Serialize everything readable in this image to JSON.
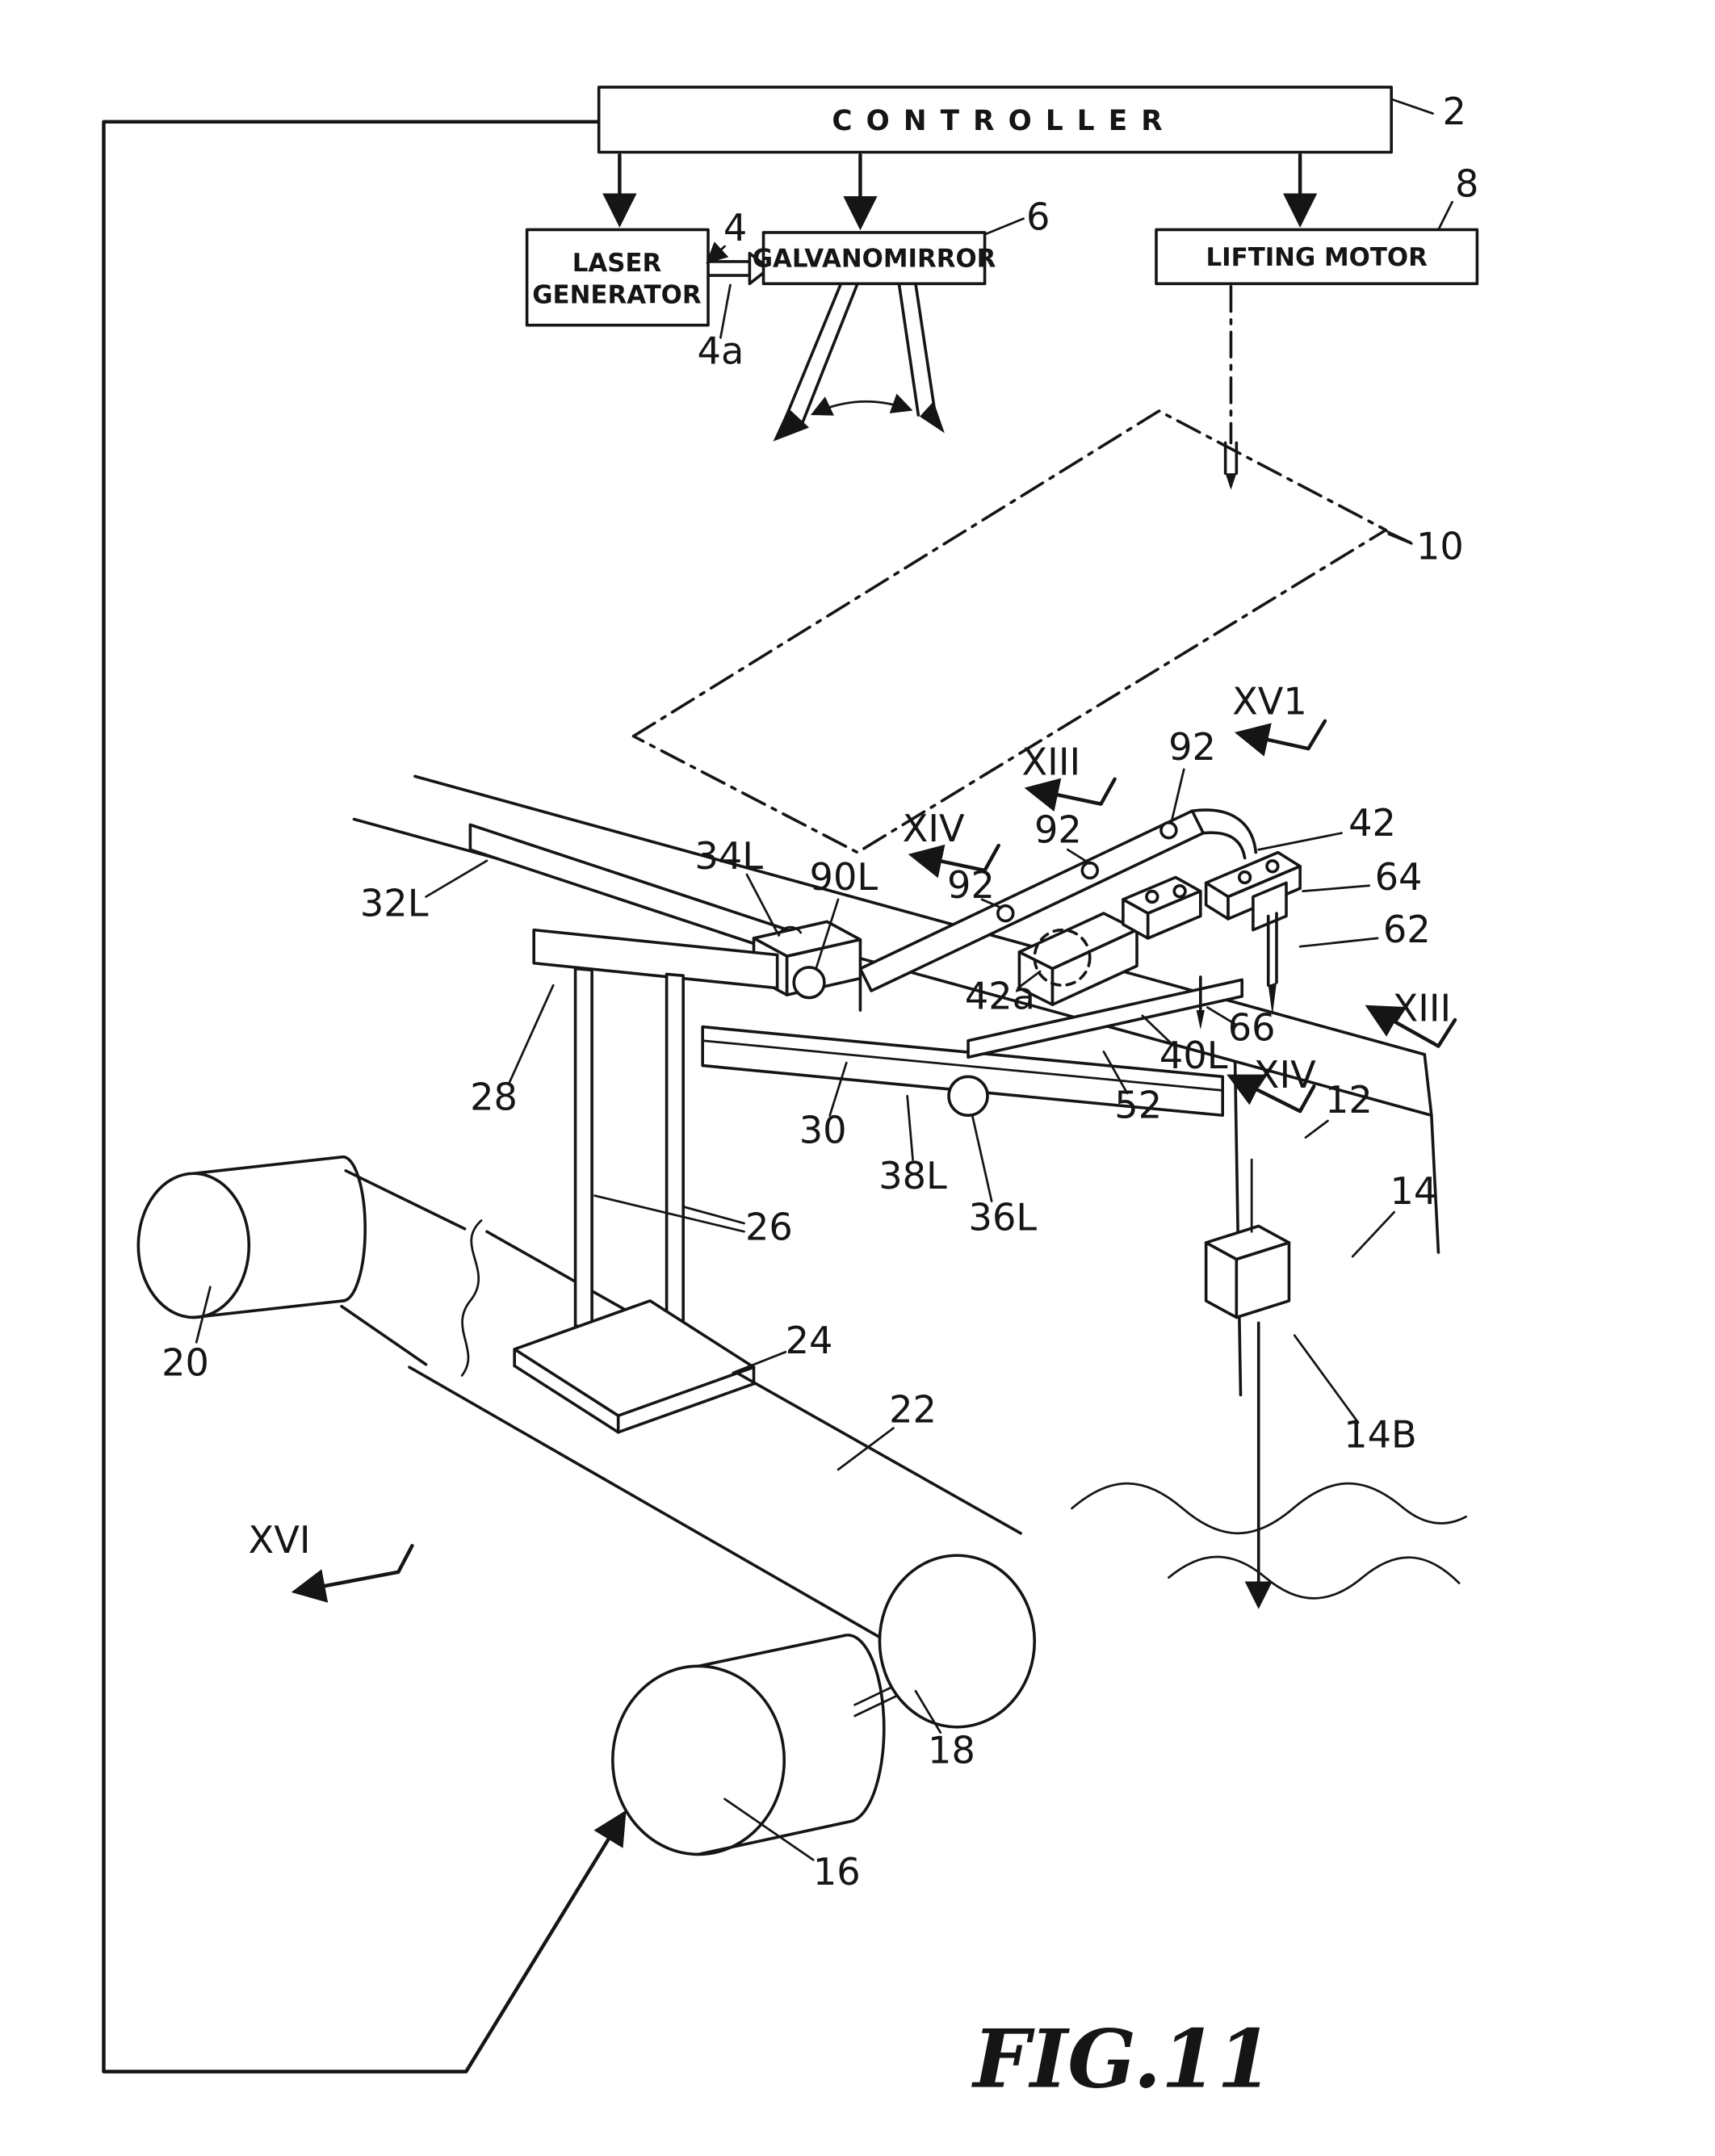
{
  "figure": {
    "caption": "FIG.11"
  },
  "boxes": {
    "controller": "CONTROLLER",
    "laser_generator": [
      "LASER",
      "GENERATOR"
    ],
    "galvanomirror": "GALVANOMIRROR",
    "lifting_motor": "LIFTING MOTOR"
  },
  "ref_labels": {
    "r2": "2",
    "r4": "4",
    "r4a": "4a",
    "r6": "6",
    "r8": "8",
    "r10": "10",
    "r12": "12",
    "r14": "14",
    "r14b": "14B",
    "r16": "16",
    "r18": "18",
    "r20": "20",
    "r22": "22",
    "r24": "24",
    "r26": "26",
    "r28": "28",
    "r30": "30",
    "r32l": "32L",
    "r34l": "34L",
    "r36l": "36L",
    "r38l": "38L",
    "r40l": "40L",
    "r42": "42",
    "r42a": "42a",
    "r52": "52",
    "r62": "62",
    "r64": "64",
    "r66": "66",
    "r90l": "90L",
    "r92": "92"
  },
  "section_labels": {
    "xiii": "XIII",
    "xiv": "XIV",
    "xv1": "XV1",
    "xvi": "XVI"
  },
  "colors": {
    "ink": "#151515",
    "paper": "#ffffff"
  }
}
